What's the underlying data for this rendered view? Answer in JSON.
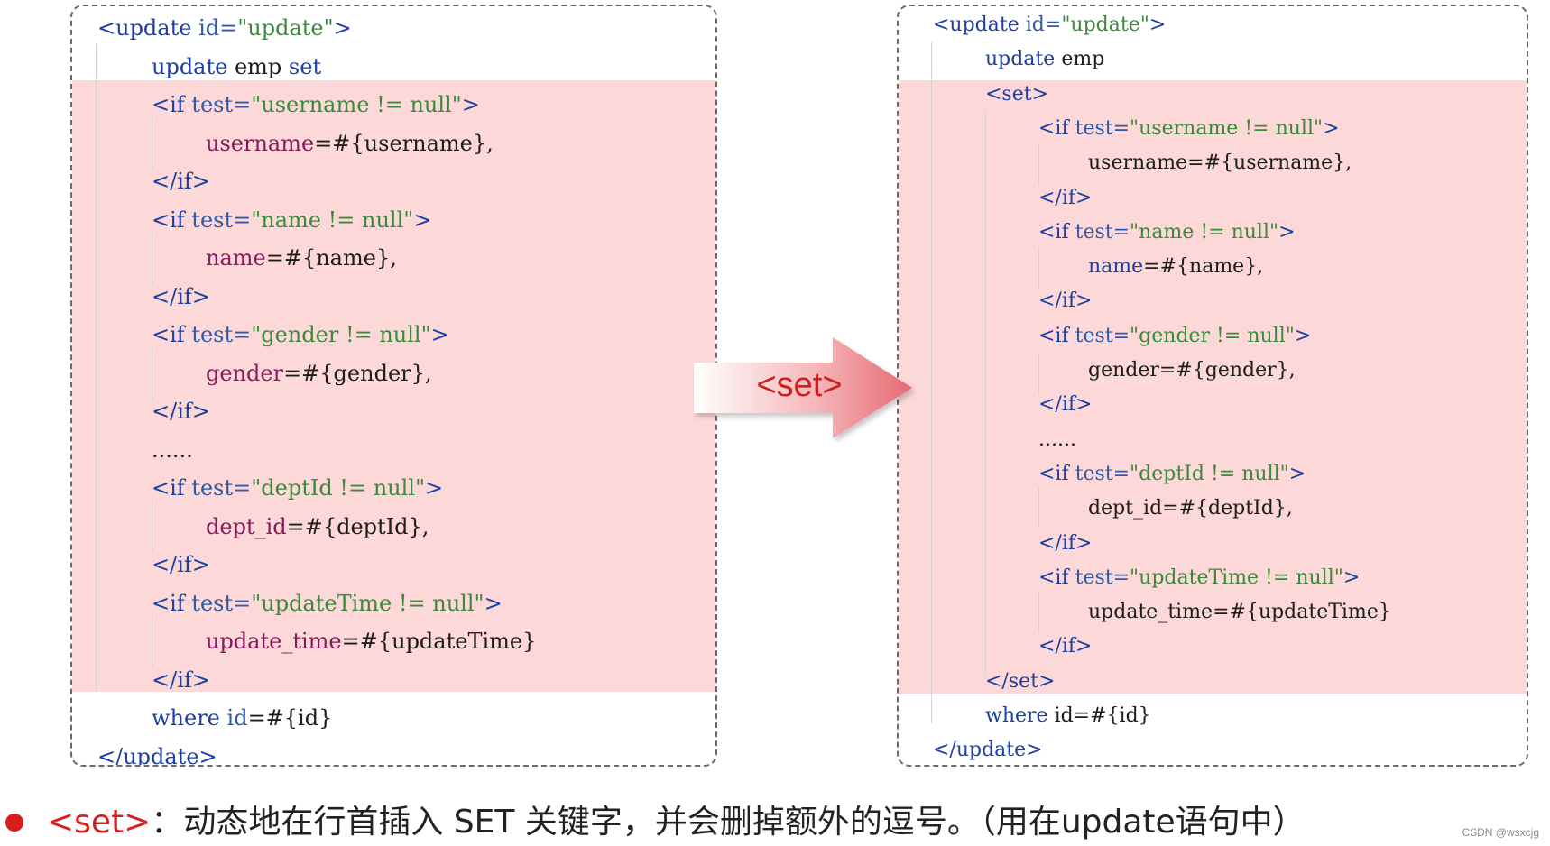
{
  "colors": {
    "highlight": "#fdd8d8",
    "tag_blue": "#1b3fa3",
    "attr_blue": "#2f5aa8",
    "string_green": "#3a8a3a",
    "field_purple": "#8a1a5e",
    "bullet_red": "#d81e1e"
  },
  "left": {
    "lines": [
      [
        {
          "t": "<update ",
          "c": "kw"
        },
        {
          "t": "id=",
          "c": "attr"
        },
        {
          "t": "\"update\"",
          "c": "str"
        },
        {
          "t": ">",
          "c": "kw"
        }
      ],
      [
        {
          "t": "update ",
          "c": "kw"
        },
        {
          "t": "emp ",
          "c": "plain"
        },
        {
          "t": "set",
          "c": "kw"
        }
      ],
      [
        {
          "t": "<if ",
          "c": "kw"
        },
        {
          "t": "test=",
          "c": "attr"
        },
        {
          "t": "\"username != null\"",
          "c": "str"
        },
        {
          "t": ">",
          "c": "kw"
        }
      ],
      [
        {
          "t": "username",
          "c": "field"
        },
        {
          "t": "=#{username},",
          "c": "plain"
        }
      ],
      [
        {
          "t": "</if>",
          "c": "kw"
        }
      ],
      [
        {
          "t": "<if ",
          "c": "kw"
        },
        {
          "t": "test=",
          "c": "attr"
        },
        {
          "t": "\"name != null\"",
          "c": "str"
        },
        {
          "t": ">",
          "c": "kw"
        }
      ],
      [
        {
          "t": "name",
          "c": "field"
        },
        {
          "t": "=#{name},",
          "c": "plain"
        }
      ],
      [
        {
          "t": "</if>",
          "c": "kw"
        }
      ],
      [
        {
          "t": "<if ",
          "c": "kw"
        },
        {
          "t": "test=",
          "c": "attr"
        },
        {
          "t": "\"gender != null\"",
          "c": "str"
        },
        {
          "t": ">",
          "c": "kw"
        }
      ],
      [
        {
          "t": "gender",
          "c": "field"
        },
        {
          "t": "=#{gender},",
          "c": "plain"
        }
      ],
      [
        {
          "t": "</if>",
          "c": "kw"
        }
      ],
      [
        {
          "t": "......",
          "c": "plain"
        }
      ],
      [
        {
          "t": "<if ",
          "c": "kw"
        },
        {
          "t": "test=",
          "c": "attr"
        },
        {
          "t": "\"deptId != null\"",
          "c": "str"
        },
        {
          "t": ">",
          "c": "kw"
        }
      ],
      [
        {
          "t": "dept_id",
          "c": "field"
        },
        {
          "t": "=#{deptId},",
          "c": "plain"
        }
      ],
      [
        {
          "t": "</if>",
          "c": "kw"
        }
      ],
      [
        {
          "t": "<if ",
          "c": "kw"
        },
        {
          "t": "test=",
          "c": "attr"
        },
        {
          "t": "\"updateTime != null\"",
          "c": "str"
        },
        {
          "t": ">",
          "c": "kw"
        }
      ],
      [
        {
          "t": "update_time",
          "c": "field"
        },
        {
          "t": "=#{updateTime}",
          "c": "plain"
        }
      ],
      [
        {
          "t": "</if>",
          "c": "kw"
        }
      ],
      [
        {
          "t": "where ",
          "c": "kw"
        },
        {
          "t": "id",
          "c": "attr"
        },
        {
          "t": "=#{id}",
          "c": "plain"
        }
      ],
      [
        {
          "t": "</update>",
          "c": "kw"
        }
      ]
    ]
  },
  "right": {
    "lines": [
      [
        {
          "t": "<update ",
          "c": "kw"
        },
        {
          "t": "id=",
          "c": "attr"
        },
        {
          "t": "\"update\"",
          "c": "str"
        },
        {
          "t": ">",
          "c": "kw"
        }
      ],
      [
        {
          "t": "update ",
          "c": "kw"
        },
        {
          "t": "emp",
          "c": "plain"
        }
      ],
      [
        {
          "t": "<set>",
          "c": "kw"
        }
      ],
      [
        {
          "t": "<if ",
          "c": "kw"
        },
        {
          "t": "test=",
          "c": "attr"
        },
        {
          "t": "\"username != null\"",
          "c": "str"
        },
        {
          "t": ">",
          "c": "kw"
        }
      ],
      [
        {
          "t": "username=#{username},",
          "c": "plain"
        }
      ],
      [
        {
          "t": "</if>",
          "c": "kw"
        }
      ],
      [
        {
          "t": "<if ",
          "c": "kw"
        },
        {
          "t": "test=",
          "c": "attr"
        },
        {
          "t": "\"name != null\"",
          "c": "str"
        },
        {
          "t": ">",
          "c": "kw"
        }
      ],
      [
        {
          "t": "name",
          "c": "kw"
        },
        {
          "t": "=#{name},",
          "c": "plain"
        }
      ],
      [
        {
          "t": "</if>",
          "c": "kw"
        }
      ],
      [
        {
          "t": "<if ",
          "c": "kw"
        },
        {
          "t": "test=",
          "c": "attr"
        },
        {
          "t": "\"gender != null\"",
          "c": "str"
        },
        {
          "t": ">",
          "c": "kw"
        }
      ],
      [
        {
          "t": "gender=#{gender},",
          "c": "plain"
        }
      ],
      [
        {
          "t": "</if>",
          "c": "kw"
        }
      ],
      [
        {
          "t": "......",
          "c": "plain"
        }
      ],
      [
        {
          "t": "<if ",
          "c": "kw"
        },
        {
          "t": "test=",
          "c": "attr"
        },
        {
          "t": "\"deptId != null\"",
          "c": "str"
        },
        {
          "t": ">",
          "c": "kw"
        }
      ],
      [
        {
          "t": "dept_id=#{deptId},",
          "c": "plain"
        }
      ],
      [
        {
          "t": "</if>",
          "c": "kw"
        }
      ],
      [
        {
          "t": "<if ",
          "c": "kw"
        },
        {
          "t": "test=",
          "c": "attr"
        },
        {
          "t": "\"updateTime != null\"",
          "c": "str"
        },
        {
          "t": ">",
          "c": "kw"
        }
      ],
      [
        {
          "t": "update_time=#{updateTime}",
          "c": "plain"
        }
      ],
      [
        {
          "t": "</if>",
          "c": "kw"
        }
      ],
      [
        {
          "t": "</set>",
          "c": "kw"
        }
      ],
      [
        {
          "t": "where ",
          "c": "kw"
        },
        {
          "t": "id=#{id}",
          "c": "plain"
        }
      ],
      [
        {
          "t": "</update>",
          "c": "kw"
        }
      ]
    ]
  },
  "arrow": {
    "label": "<set>"
  },
  "bullet": {
    "keyword": "<set>",
    "text": "：动态地在行首插入 SET 关键字，并会删掉额外的逗号。（用在update语句中）"
  },
  "watermark": "CSDN @wsxcjg"
}
